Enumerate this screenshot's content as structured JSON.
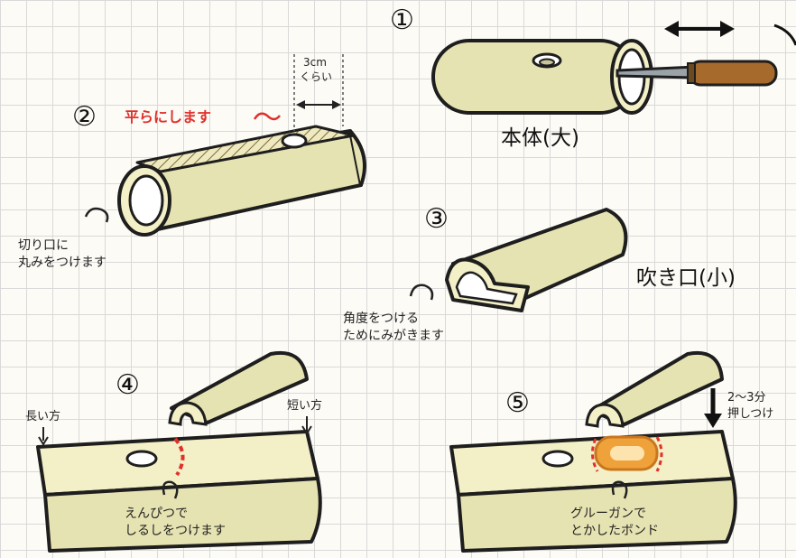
{
  "colors": {
    "bamboo_fill": "#e6e3b2",
    "bamboo_light": "#f3efc6",
    "outline": "#1e1e1e",
    "handle": "#a56a2c",
    "mark_red": "#e0302b",
    "glue_orange": "#f0a23a",
    "grid": "#d9d9d9"
  },
  "step1": {
    "number": "①",
    "label": "本体(大)"
  },
  "step2": {
    "number": "②",
    "flat_note": "平らにします",
    "size_top": "3cm",
    "size_bottom": "くらい",
    "edge_note": "切り口に\n丸みをつけます"
  },
  "step3": {
    "number": "③",
    "label": "吹き口(小)",
    "angle_note": "角度をつける\nためにみがきます"
  },
  "step4": {
    "number": "④",
    "long_side": "長い方",
    "short_side": "短い方",
    "mark_note": "えんぴつで\nしるしをつけます"
  },
  "step5": {
    "number": "⑤",
    "press_note": "2〜3分\n押しつけ",
    "glue_note": "グルーガンで\nとかしたボンド"
  }
}
